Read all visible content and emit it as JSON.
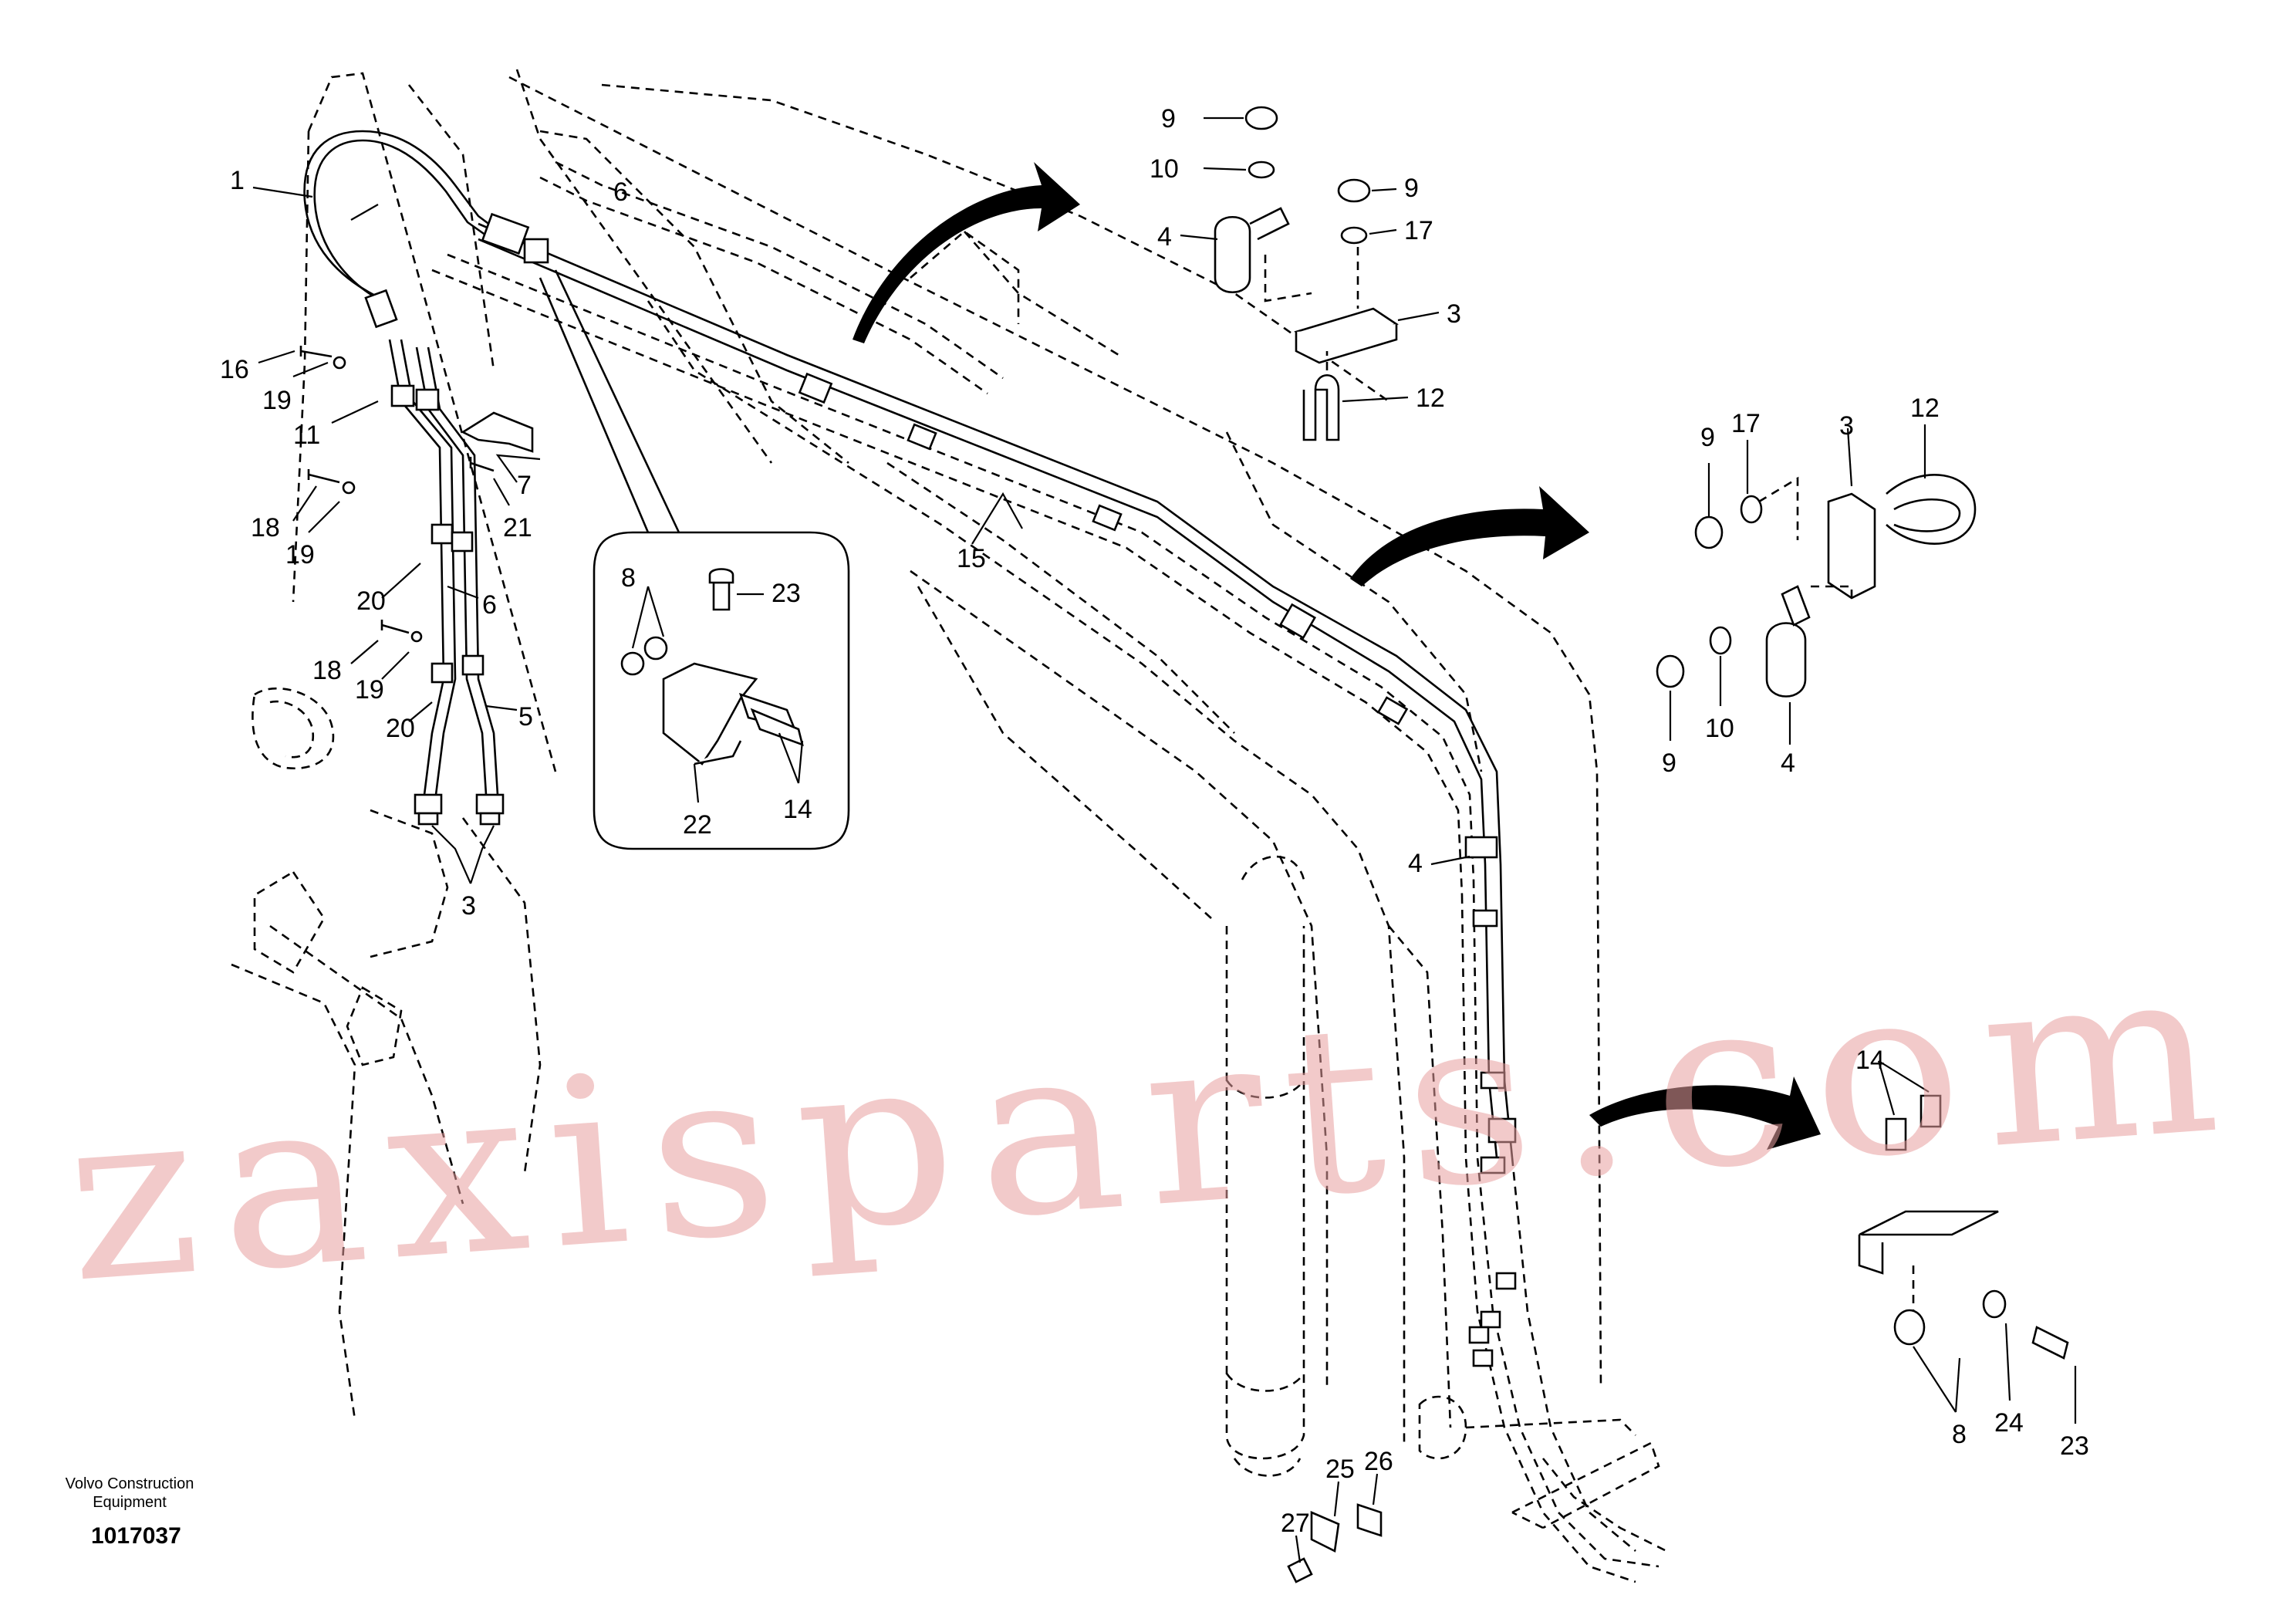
{
  "callouts": {
    "c1": "1",
    "c3a": "3",
    "c5": "5",
    "c6a": "6",
    "c6b": "6",
    "c7": "7",
    "c11": "11",
    "c15": "15",
    "c16": "16",
    "c18a": "18",
    "c18b": "18",
    "c19a": "19",
    "c19b": "19",
    "c19c": "19",
    "c20a": "20",
    "c20b": "20",
    "c21": "21",
    "d1_8": "8",
    "d1_14": "14",
    "d1_22": "22",
    "d1_23": "23",
    "d2_9a": "9",
    "d2_9b": "9",
    "d2_10": "10",
    "d2_17": "17",
    "d2_4": "4",
    "d2_3": "3",
    "d2_12": "12",
    "d3_9a": "9",
    "d3_17": "17",
    "d3_3": "3",
    "d3_12": "12",
    "d3_9b": "9",
    "d3_10": "10",
    "d3_4": "4",
    "c4_main": "4",
    "d4_14": "14",
    "d4_8": "8",
    "d4_24": "24",
    "d4_23": "23",
    "c25": "25",
    "c26": "26",
    "c27": "27"
  },
  "caption": {
    "line1": "Volvo Construction",
    "line2": "Equipment",
    "drawing_number": "1017037"
  },
  "watermark": "zaxisparts.com",
  "colors": {
    "linework": "#000000",
    "watermark": "#e89e9e",
    "background": "#ffffff"
  }
}
